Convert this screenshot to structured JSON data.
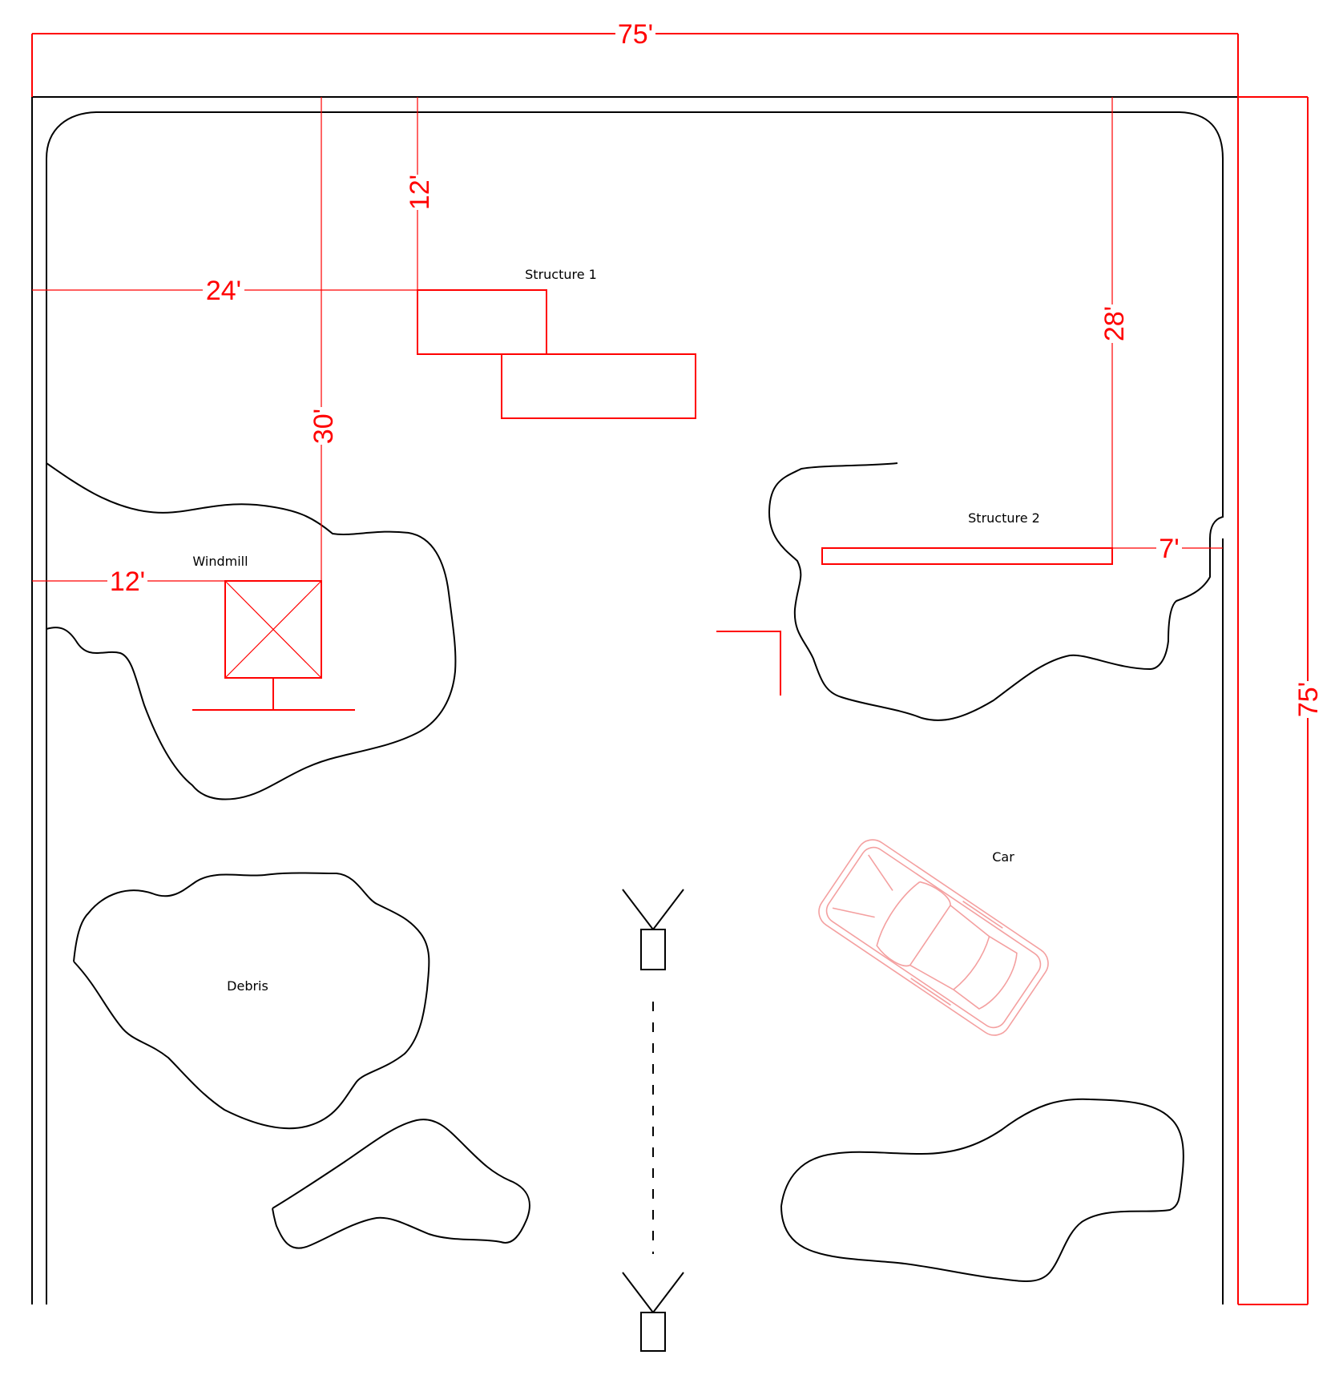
{
  "dimensions": {
    "overall_width": "75'",
    "overall_height": "75'",
    "structure1_from_top": "12'",
    "structure1_from_left": "24'",
    "windmill_from_top": "30'",
    "windmill_from_left": "12'",
    "structure2_from_top": "28'",
    "structure2_from_right": "7'"
  },
  "labels": {
    "structure1": "Structure 1",
    "structure2": "Structure 2",
    "windmill": "Windmill",
    "debris": "Debris",
    "car": "Car"
  },
  "colors": {
    "dimension": "#ff0000",
    "outline": "#000000",
    "car": "#f4a0a0"
  }
}
